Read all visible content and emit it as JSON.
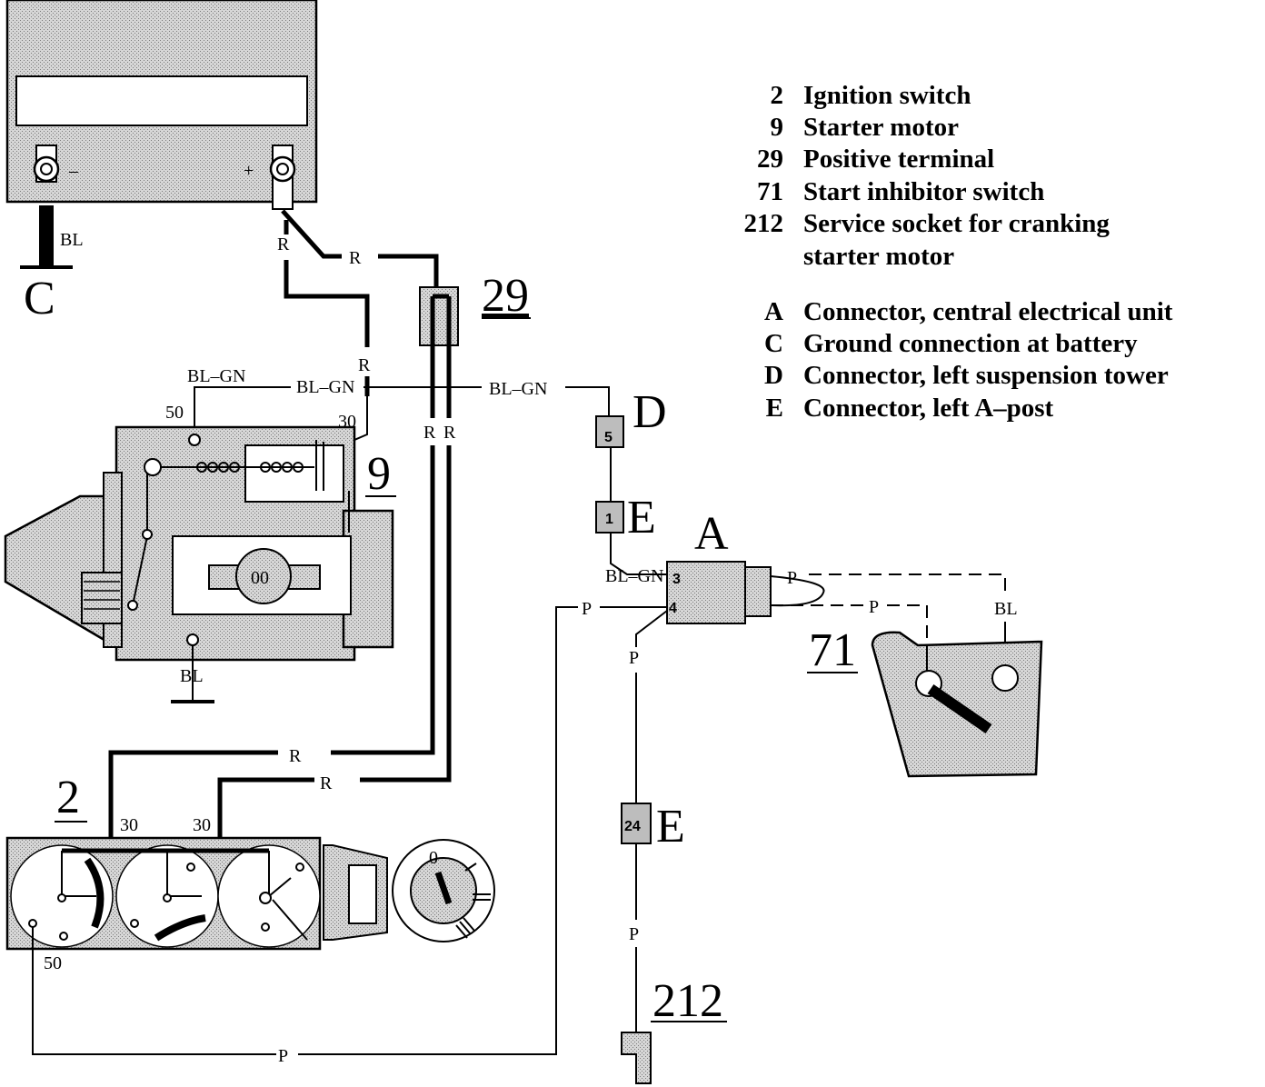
{
  "wire_labels": {
    "bl": "BL",
    "r": "R",
    "bl_gn": "BL–GN",
    "p": "P",
    "t30": "30",
    "t50": "50"
  },
  "components": {
    "c": "C",
    "n29": "29",
    "n9": "9",
    "d": "D",
    "e": "E",
    "a": "A",
    "n71": "71",
    "n2": "2",
    "n212": "212"
  },
  "connector_pins": {
    "d": "5",
    "e1": "1",
    "a3": "3",
    "a4": "4",
    "e24": "24"
  },
  "battery": {
    "minus": "–",
    "plus": "+"
  },
  "switch_marks": {
    "zero": "0"
  },
  "legend": [
    {
      "key": "2",
      "text": "Ignition switch"
    },
    {
      "key": "9",
      "text": "Starter motor"
    },
    {
      "key": "29",
      "text": "Positive terminal"
    },
    {
      "key": "71",
      "text": "Start inhibitor switch"
    },
    {
      "key": "212",
      "text": "Service socket for cranking"
    },
    {
      "key": "",
      "text": "starter motor"
    },
    {
      "key": "A",
      "text": "Connector, central electrical unit"
    },
    {
      "key": "C",
      "text": "Ground connection at battery"
    },
    {
      "key": "D",
      "text": "Connector, left suspension tower"
    },
    {
      "key": "E",
      "text": "Connector, left A–post"
    }
  ]
}
